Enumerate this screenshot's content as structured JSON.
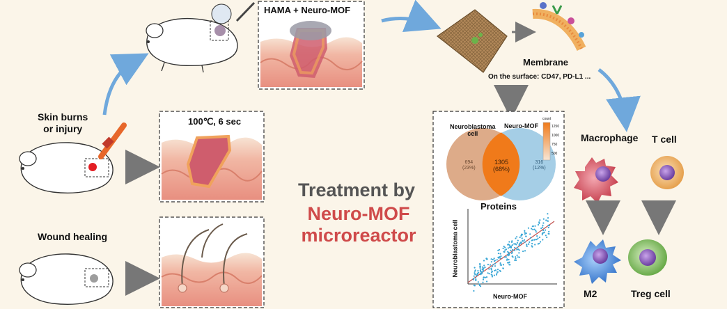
{
  "panels": {
    "hama_label": "HAMA + Neuro-MOF",
    "burn_label": "100℃, 6 sec"
  },
  "left_labels": {
    "injury": [
      "Skin burns",
      "or injury"
    ],
    "healing": "Wound healing"
  },
  "center_title": {
    "line1": "Treatment by",
    "line2": "Neuro-MOF",
    "line3": "microreactor"
  },
  "microreactor": {
    "title": "microreactor",
    "membrane": "Membrane",
    "surface": "On the surface: CD47, PD-L1 ..."
  },
  "venn": {
    "left_title": [
      "Neuroblastoma",
      "cell"
    ],
    "right_title": "Neuro-MOF",
    "left_only": "694",
    "left_pct": "(23%)",
    "overlap": "1305",
    "overlap_pct": "(68%)",
    "right_only": "316",
    "right_pct": "(12%)",
    "colorbar_title": "count",
    "colorbar_ticks": [
      "1250",
      "1000",
      "750",
      "500"
    ],
    "caption": "Proteins"
  },
  "scatter": {
    "xlabel": "Neuro-MOF",
    "ylabel": "Neuroblastoma cell"
  },
  "cells": {
    "macrophage": "Macrophage",
    "tcell": "T cell",
    "m2": "M2",
    "treg": "Treg cell"
  },
  "colors": {
    "background": "#fbf5e9",
    "accent_red": "#cf4a4a",
    "arrow_blue": "#6fa8dc",
    "venn_left": "#d9a27c",
    "venn_right": "#9bc9e3",
    "venn_overlap": "#f07a1a",
    "scatter_points": "#3ba7d6",
    "macrophage": "#c94050",
    "tcell": "#e8a04a",
    "m2": "#3d7fd3",
    "treg": "#6ab04c"
  }
}
